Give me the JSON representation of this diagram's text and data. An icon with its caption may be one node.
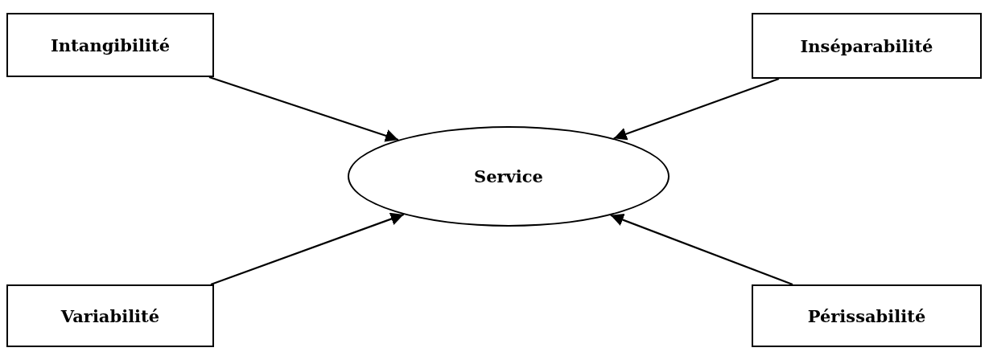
{
  "diagram": {
    "nodes": [
      {
        "text": [
          "Intangibilité"
        ]
      },
      {
        "text": [
          "Inséparabilité"
        ]
      },
      {
        "text": [
          "Service"
        ]
      },
      {
        "text": [
          "Variabilité"
        ]
      },
      {
        "text": [
          "Périssabilité"
        ]
      }
    ],
    "edges": [
      {
        "from": 0,
        "to": 2,
        "arrow": "to"
      },
      {
        "from": 1,
        "to": 2,
        "arrow": "to"
      },
      {
        "from": 3,
        "to": 2,
        "arrow": "to"
      },
      {
        "from": 4,
        "to": 2,
        "arrow": "to"
      }
    ]
  }
}
